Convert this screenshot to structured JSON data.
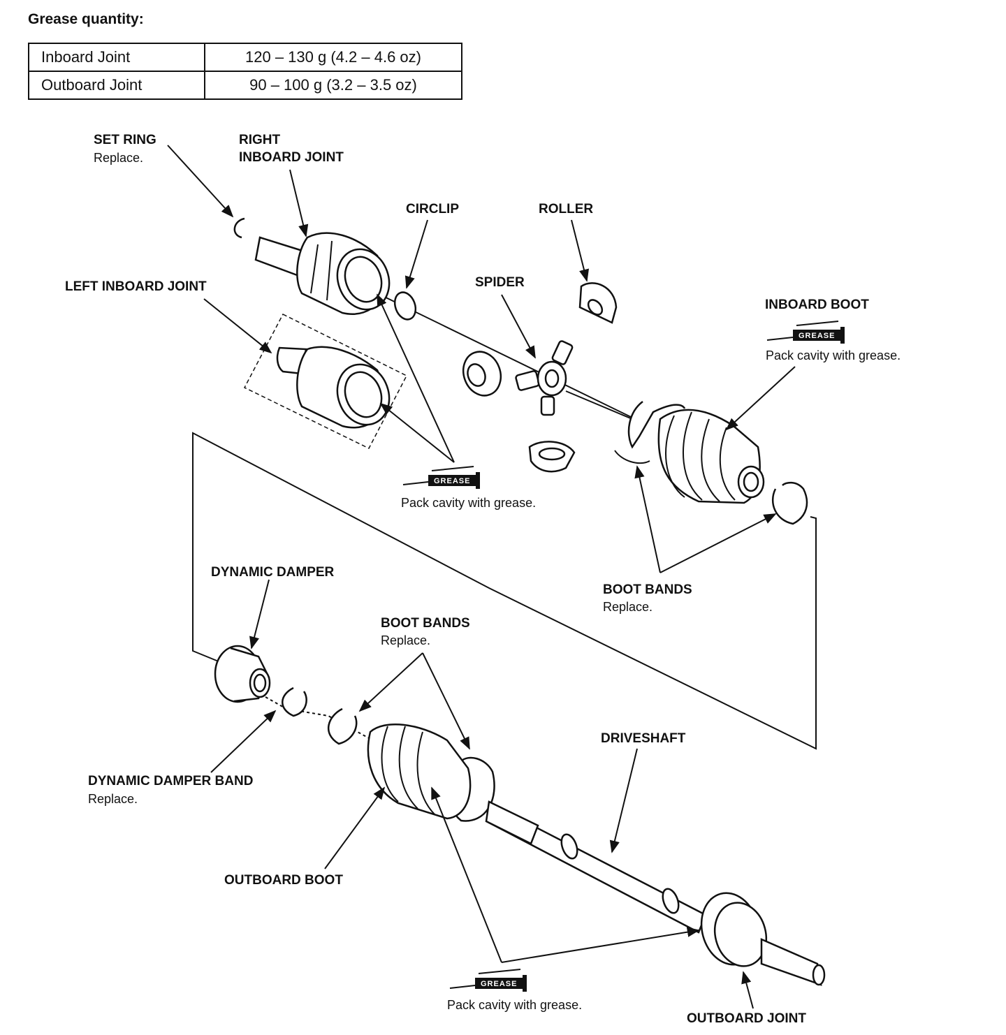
{
  "grease": {
    "title": "Grease quantity:",
    "rows": [
      {
        "joint": "Inboard Joint",
        "amount": "120 – 130 g (4.2 – 4.6 oz)"
      },
      {
        "joint": "Outboard Joint",
        "amount": "90 – 100 g (3.2 – 3.5 oz)"
      }
    ]
  },
  "labels": {
    "set_ring": "SET RING",
    "set_ring_note": "Replace.",
    "right_inboard_1": "RIGHT",
    "right_inboard_2": "INBOARD JOINT",
    "circlip": "CIRCLIP",
    "roller": "ROLLER",
    "spider": "SPIDER",
    "left_inboard": "LEFT INBOARD JOINT",
    "inboard_boot": "INBOARD BOOT",
    "pack_1": "Pack cavity with grease.",
    "pack_2": "Pack cavity with grease.",
    "pack_3": "Pack cavity with grease.",
    "boot_bands_1": "BOOT BANDS",
    "boot_bands_1_note": "Replace.",
    "boot_bands_2": "BOOT BANDS",
    "boot_bands_2_note": "Replace.",
    "dynamic_damper": "DYNAMIC DAMPER",
    "dynamic_damper_band": "DYNAMIC DAMPER BAND",
    "dynamic_damper_band_note": "Replace.",
    "outboard_boot": "OUTBOARD BOOT",
    "driveshaft": "DRIVESHAFT",
    "outboard_joint": "OUTBOARD JOINT",
    "grease_tube": "GREASE"
  }
}
